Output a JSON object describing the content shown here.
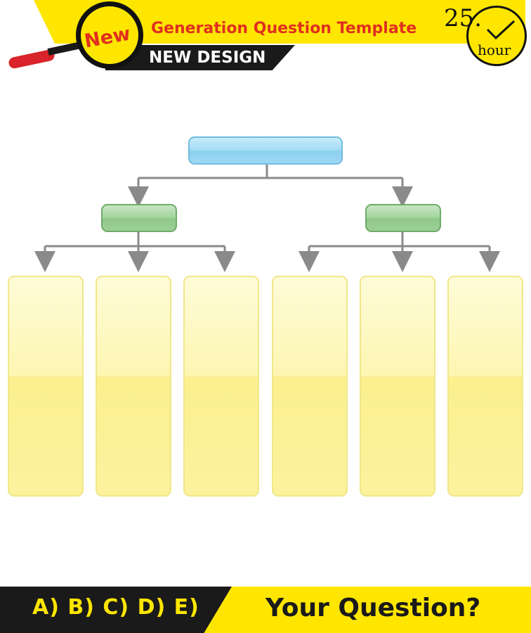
{
  "header": {
    "badge": "New",
    "title": "Generation Question Template",
    "subtitle": "NEW DESIGN",
    "timer_number": "25.",
    "timer_unit": "hour"
  },
  "diagram": {
    "top_node": "",
    "mid_nodes": [
      "",
      ""
    ],
    "leaf_nodes": [
      "",
      "",
      "",
      "",
      "",
      ""
    ]
  },
  "footer": {
    "options": "A) B) C) D) E)",
    "question": "Your Question?"
  },
  "colors": {
    "accent_yellow": "#ffe600",
    "accent_red": "#e0301e",
    "top_node_blue": "#a3dbf5",
    "mid_node_green": "#a3d49d",
    "leaf_yellow": "#fdf6b2"
  }
}
